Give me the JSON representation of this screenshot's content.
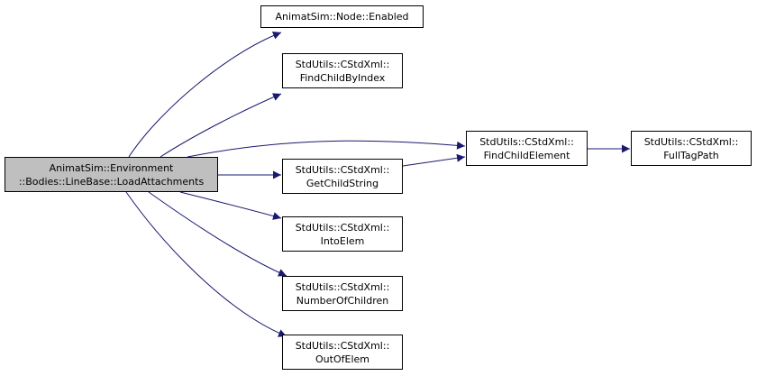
{
  "diagram": {
    "type": "call-graph",
    "edge_color": "#191970",
    "root_fill": "#bfbfbf",
    "nodes": {
      "root": {
        "line1": "AnimatSim::Environment",
        "line2": "::Bodies::LineBase::LoadAttachments"
      },
      "enabled": {
        "line1": "AnimatSim::Node::Enabled"
      },
      "findbyidx": {
        "line1": "StdUtils::CStdXml::",
        "line2": "FindChildByIndex"
      },
      "getstr": {
        "line1": "StdUtils::CStdXml::",
        "line2": "GetChildString"
      },
      "into": {
        "line1": "StdUtils::CStdXml::",
        "line2": "IntoElem"
      },
      "numchild": {
        "line1": "StdUtils::CStdXml::",
        "line2": "NumberOfChildren"
      },
      "outof": {
        "line1": "StdUtils::CStdXml::",
        "line2": "OutOfElem"
      },
      "findelem": {
        "line1": "StdUtils::CStdXml::",
        "line2": "FindChildElement"
      },
      "fulltag": {
        "line1": "StdUtils::CStdXml::",
        "line2": "FullTagPath"
      }
    },
    "edges": [
      {
        "from": "root",
        "to": "enabled"
      },
      {
        "from": "root",
        "to": "findbyidx"
      },
      {
        "from": "root",
        "to": "findelem"
      },
      {
        "from": "root",
        "to": "getstr"
      },
      {
        "from": "root",
        "to": "into"
      },
      {
        "from": "root",
        "to": "numchild"
      },
      {
        "from": "root",
        "to": "outof"
      },
      {
        "from": "getstr",
        "to": "findelem"
      },
      {
        "from": "findelem",
        "to": "fulltag"
      }
    ]
  }
}
